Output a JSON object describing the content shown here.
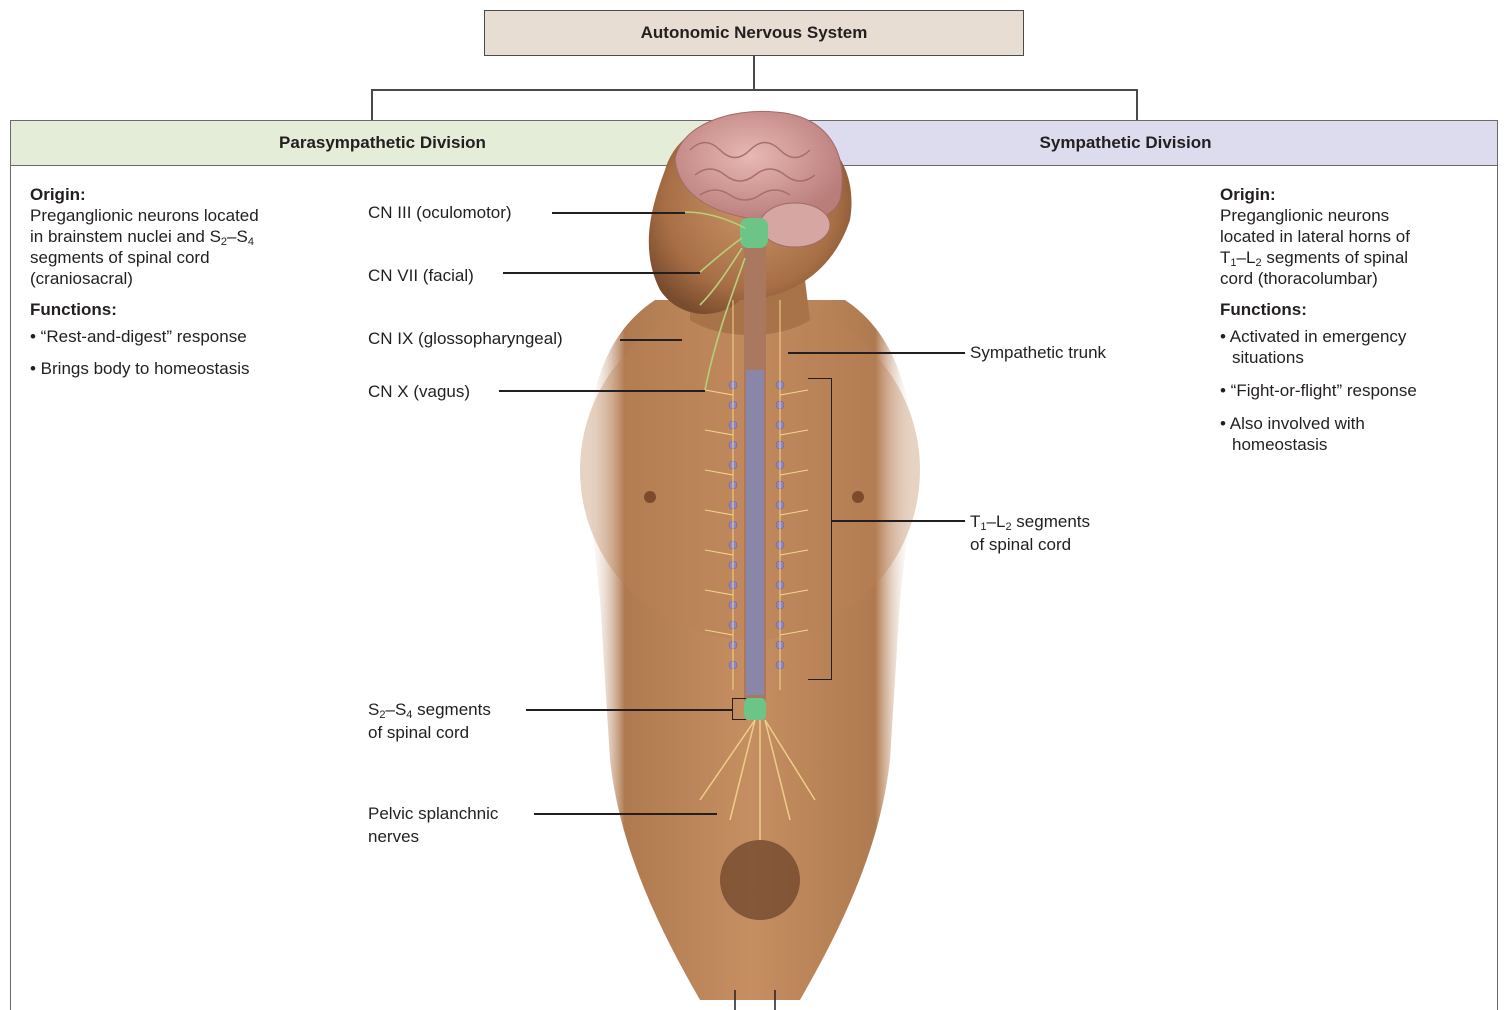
{
  "title": "Autonomic Nervous System",
  "parasympathetic": {
    "header": "Parasympathetic Division",
    "origin_heading": "Origin:",
    "origin_lines": [
      "Preganglionic neurons located",
      "in brainstem nuclei and",
      "segments of spinal cord",
      "(craniosacral)"
    ],
    "origin_sub_a": "S",
    "origin_sub_a_index": "2",
    "origin_sub_dash": "–",
    "origin_sub_b": "S",
    "origin_sub_b_index": "4",
    "functions_heading": "Functions:",
    "functions": [
      "• “Rest-and-digest” response",
      "• Brings body to homeostasis"
    ]
  },
  "sympathetic": {
    "header": "Sympathetic Division",
    "origin_heading": "Origin:",
    "origin_lines": [
      "Preganglionic neurons",
      "located in lateral horns of",
      "segments of spinal",
      "cord (thoracolumbar)"
    ],
    "origin_t": "T",
    "origin_t_index": "1",
    "origin_dash": "–",
    "origin_l": "L",
    "origin_l_index": "2",
    "functions_heading": "Functions:",
    "functions": [
      "• Activated in emergency",
      "situations",
      "• “Fight-or-flight” response",
      "• Also involved with",
      "homeostasis"
    ]
  },
  "labels": {
    "cn3": "CN III (oculomotor)",
    "cn7": "CN VII (facial)",
    "cn9": "CN IX (glossopharyngeal)",
    "cn10": "CN X (vagus)",
    "sympathetic_trunk": "Sympathetic trunk",
    "t1l2_a": "T",
    "t1l2_a_index": "1",
    "t1l2_dash": "–",
    "t1l2_b": "L",
    "t1l2_b_index": "2",
    "t1l2_rest": " segments",
    "t1l2_line2": "of spinal cord",
    "s2s4_a": "S",
    "s2s4_a_index": "2",
    "s2s4_dash": "–",
    "s2s4_b": "S",
    "s2s4_b_index": "4",
    "s2s4_rest": " segments",
    "s2s4_line2": "of spinal cord",
    "pelvic_line1": "Pelvic splanchnic",
    "pelvic_line2": "nerves"
  },
  "colors": {
    "title_box": "#e8ddd2",
    "parasympathetic_header": "#e3edd8",
    "sympathetic_header": "#dcdcee",
    "skin": "#b98256",
    "brain": "#d9a3a0",
    "spinal_cord": "#8a86a8",
    "parasympathetic_nerve": "#a7c57a",
    "sympathetic_ganglia": "#8e86c8",
    "nerves": "#f3d58c",
    "cord_segments": "#6cc487"
  }
}
